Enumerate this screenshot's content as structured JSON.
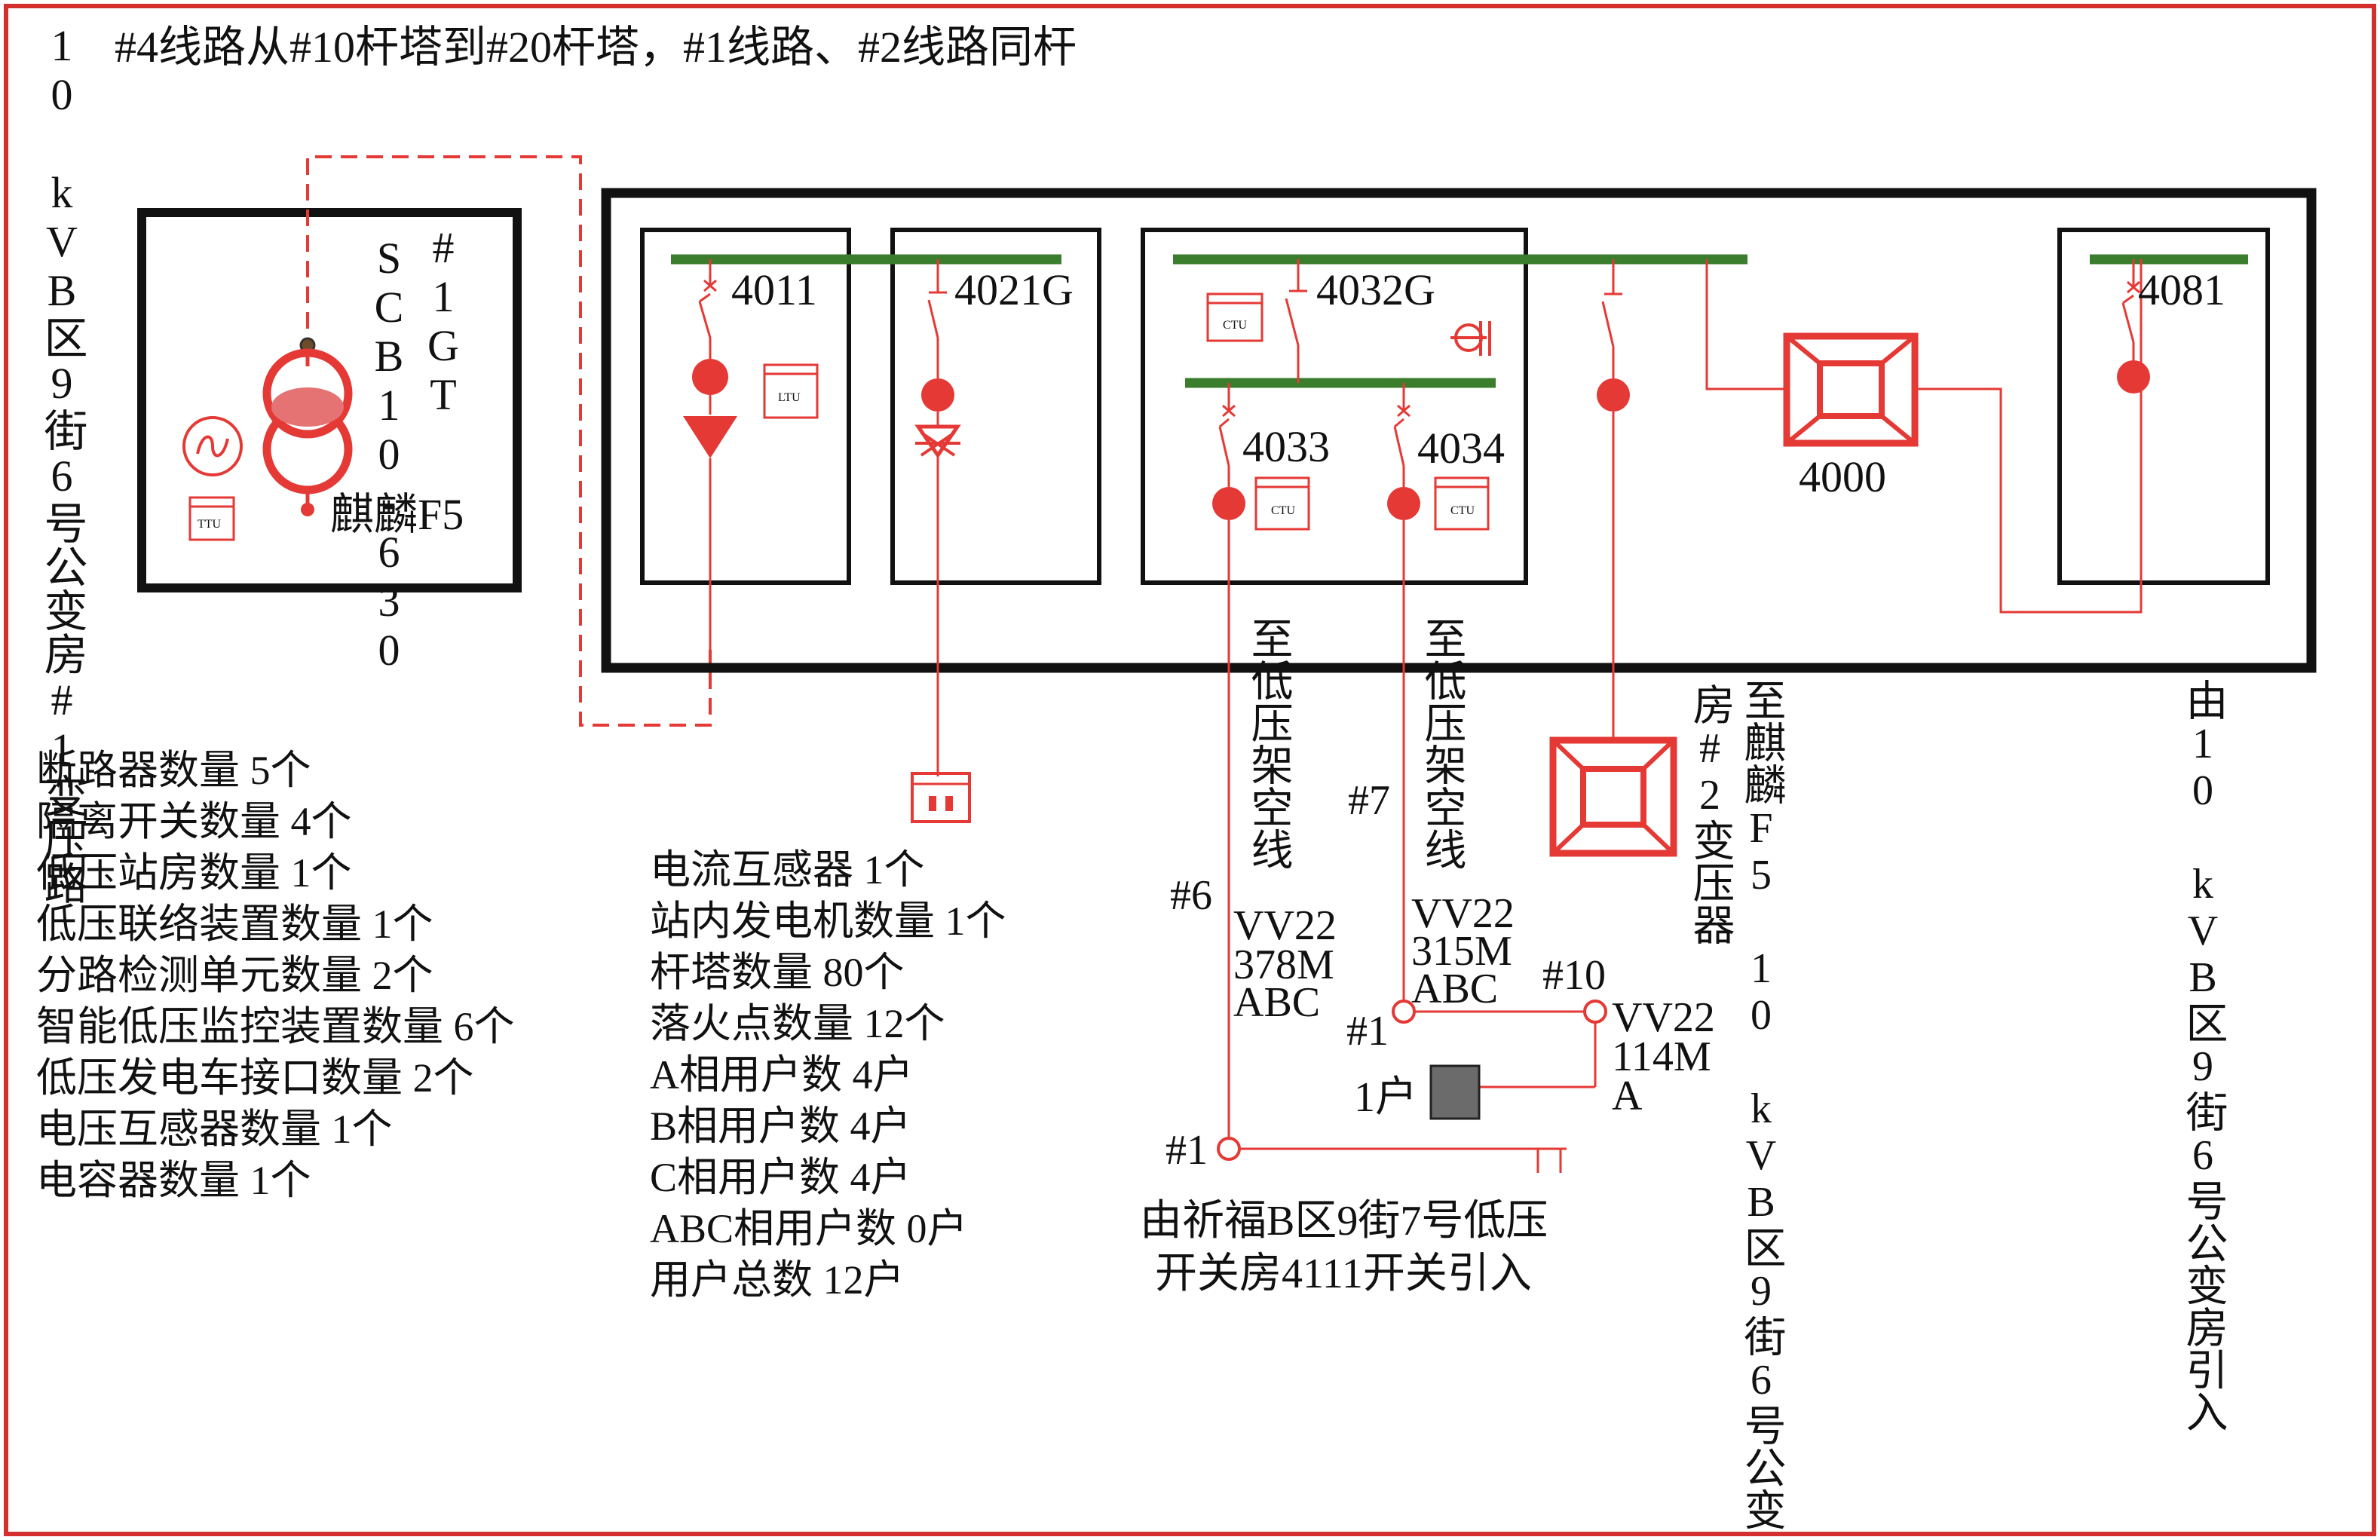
{
  "colors": {
    "frame": "#d32f2f",
    "line": "#e53935",
    "bus": "#3a7d2c",
    "box": "#111111"
  },
  "header": {
    "title": "#4线路从#10杆塔到#20杆塔，#1线路、#2线路同杆"
  },
  "left_vertical_label": "10 kVB区9街6号公变房#1变压路",
  "transformer": {
    "name": "#1GT",
    "model": "SCB10-630",
    "feeder": "麒麟F5",
    "ttu_label": "TTU"
  },
  "switches": {
    "s4011": "4011",
    "s4021G": "4021G",
    "s4032G": "4032G",
    "s4033": "4033",
    "s4034": "4034",
    "s4000": "4000",
    "s4081": "4081"
  },
  "device_tags": {
    "ltu": "LTU",
    "ctu": "CTU"
  },
  "stats_left": [
    "断路器数量 5个",
    "隔离开关数量 4个",
    "低压站房数量 1个",
    "低压联络装置数量 1个",
    "分路检测单元数量 2个",
    "智能低压监控装置数量 6个",
    "低压发电车接口数量 2个",
    "电压互感器数量 1个",
    "电容器数量 1个"
  ],
  "stats_mid": [
    "电流互感器 1个",
    "站内发电机数量 1个",
    "杆塔数量 80个",
    "落火点数量 12个",
    "A相用户数 4户",
    "B相用户数 4户",
    "C相用户数 4户",
    "ABC相用户数 0户",
    "用户总数 12户"
  ],
  "feeders": {
    "to_lv_line_1": "至低压架空线",
    "to_lv_line_2": "至低压架空线",
    "pole_6": "#6",
    "pole_7": "#7",
    "pole_10": "#10",
    "pole_1a": "#1",
    "pole_1b": "#1",
    "cable_a_1": "VV22",
    "cable_a_2": "378M",
    "cable_a_3": "ABC",
    "cable_b_1": "VV22",
    "cable_b_2": "315M",
    "cable_b_3": "ABC",
    "cable_c_1": "VV22",
    "cable_c_2": "114M",
    "cable_c_3": "A",
    "one_user": "1户",
    "source_1": "由祈福B区9街7号低压",
    "source_2": "开关房4111开关引入",
    "to_qilin_a": "至麒麟F5 10 kVB区9街6号公变",
    "to_qilin_b": "房#2变压器",
    "from_right": "由10 kVB区9街6号公变房引入"
  }
}
